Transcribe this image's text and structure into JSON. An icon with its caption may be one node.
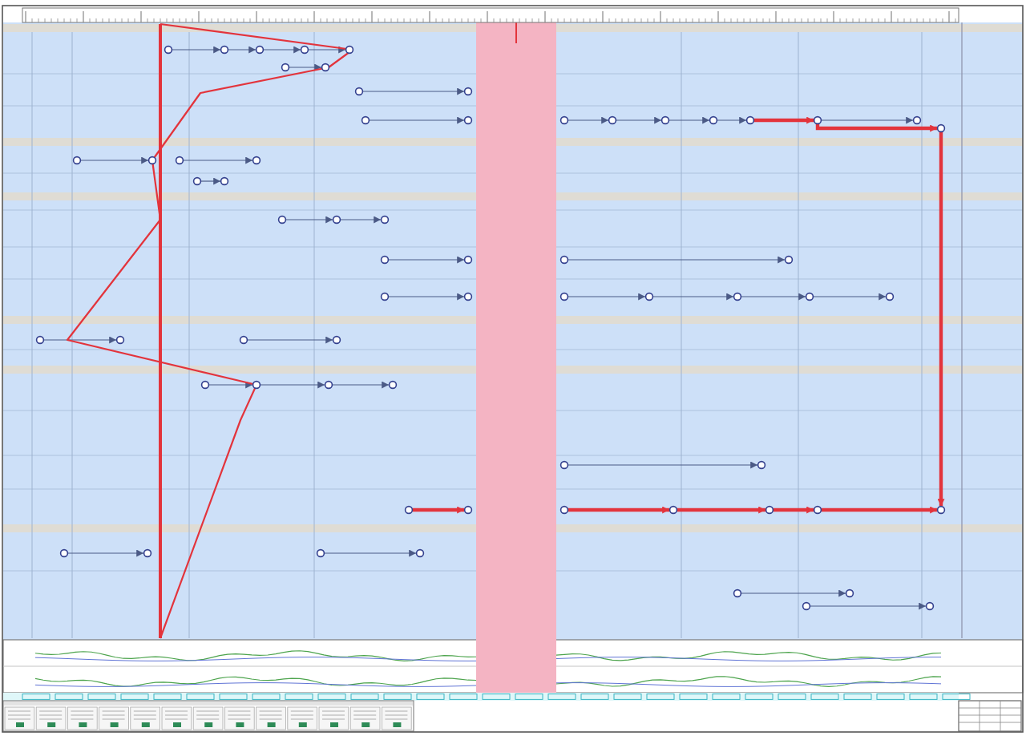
{
  "diagram": {
    "nodes": [
      {
        "text": [],
        "shape": "circle"
      },
      {
        "text": [],
        "shape": "circle"
      },
      {
        "text": [],
        "shape": "circle"
      },
      {
        "text": [],
        "shape": "circle"
      },
      {
        "text": [],
        "shape": "circle"
      },
      {
        "text": [],
        "shape": "circle"
      },
      {
        "text": [],
        "shape": "circle"
      },
      {
        "text": [],
        "shape": "circle"
      },
      {
        "text": [],
        "shape": "circle"
      },
      {
        "text": [],
        "shape": "circle"
      },
      {
        "text": [],
        "shape": "circle"
      },
      {
        "text": [],
        "shape": "circle"
      },
      {
        "text": [],
        "shape": "circle"
      },
      {
        "text": [],
        "shape": "circle"
      },
      {
        "text": [],
        "shape": "circle"
      },
      {
        "text": [],
        "shape": "circle"
      },
      {
        "text": [],
        "shape": "circle"
      },
      {
        "text": [],
        "shape": "circle"
      },
      {
        "text": [],
        "shape": "circle"
      },
      {
        "text": [],
        "shape": "circle"
      },
      {
        "text": [],
        "shape": "circle"
      },
      {
        "text": [],
        "shape": "circle"
      },
      {
        "text": [],
        "shape": "circle"
      },
      {
        "text": [],
        "shape": "circle"
      },
      {
        "text": [],
        "shape": "circle"
      },
      {
        "text": [],
        "shape": "circle"
      },
      {
        "text": [],
        "shape": "circle"
      },
      {
        "text": [],
        "shape": "circle"
      },
      {
        "text": [],
        "shape": "circle"
      },
      {
        "text": [],
        "shape": "circle"
      },
      {
        "text": [],
        "shape": "circle"
      },
      {
        "text": [],
        "shape": "circle"
      },
      {
        "text": [],
        "shape": "circle"
      },
      {
        "text": [],
        "shape": "circle"
      },
      {
        "text": [],
        "shape": "circle"
      },
      {
        "text": [],
        "shape": "circle"
      },
      {
        "text": [],
        "shape": "circle"
      },
      {
        "text": [],
        "shape": "circle"
      },
      {
        "text": [],
        "shape": "circle"
      },
      {
        "text": [],
        "shape": "circle"
      },
      {
        "text": [],
        "shape": "circle"
      },
      {
        "text": [],
        "shape": "circle"
      },
      {
        "text": [],
        "shape": "circle"
      },
      {
        "text": [],
        "shape": "circle"
      },
      {
        "text": [],
        "shape": "circle"
      },
      {
        "text": [],
        "shape": "circle"
      },
      {
        "text": [],
        "shape": "circle"
      },
      {
        "text": [],
        "shape": "circle"
      },
      {
        "text": [],
        "shape": "circle"
      },
      {
        "text": [],
        "shape": "circle"
      },
      {
        "text": [],
        "shape": "circle"
      },
      {
        "text": [],
        "shape": "circle"
      },
      {
        "text": [],
        "shape": "circle"
      },
      {
        "text": [],
        "shape": "circle"
      },
      {
        "text": [],
        "shape": "circle"
      },
      {
        "text": [],
        "shape": "circle"
      },
      {
        "text": [],
        "shape": "circle"
      },
      {
        "text": [],
        "shape": "circle"
      },
      {
        "text": [],
        "shape": "circle"
      },
      {
        "text": [],
        "shape": "circle"
      },
      {
        "text": [],
        "shape": "circle"
      },
      {
        "text": [],
        "shape": "circle"
      },
      {
        "text": [],
        "shape": "circle"
      },
      {
        "text": [],
        "shape": "circle"
      }
    ],
    "edges": [
      {
        "from": 0,
        "to": 1,
        "arrow": "to"
      },
      {
        "from": 1,
        "to": 2,
        "arrow": "to"
      },
      {
        "from": 2,
        "to": 3,
        "arrow": "to"
      },
      {
        "from": 3,
        "to": 4,
        "arrow": "to"
      },
      {
        "from": 5,
        "to": 6,
        "arrow": "to"
      },
      {
        "from": 7,
        "to": 8,
        "arrow": "to"
      },
      {
        "from": 9,
        "to": 10,
        "arrow": "to"
      },
      {
        "from": 11,
        "to": 12,
        "arrow": "to"
      },
      {
        "from": 12,
        "to": 13,
        "arrow": "to"
      },
      {
        "from": 13,
        "to": 14,
        "arrow": "to"
      },
      {
        "from": 14,
        "to": 15,
        "arrow": "to"
      },
      {
        "from": 15,
        "to": 16,
        "arrow": "to",
        "style": "thick",
        "color": "#e3343c"
      },
      {
        "from": 16,
        "to": 17,
        "arrow": "to"
      },
      {
        "from": 16,
        "to": 18,
        "arrow": "to",
        "style": "thick",
        "color": "#e3343c"
      },
      {
        "from": 18,
        "to": 55,
        "arrow": "to",
        "style": "thick",
        "color": "#e3343c"
      },
      {
        "from": 19,
        "to": 20,
        "arrow": "to"
      },
      {
        "from": 21,
        "to": 22,
        "arrow": "to"
      },
      {
        "from": 23,
        "to": 24,
        "arrow": "to"
      },
      {
        "from": 25,
        "to": 26,
        "arrow": "to"
      },
      {
        "from": 26,
        "to": 27,
        "arrow": "to"
      },
      {
        "from": 28,
        "to": 29,
        "arrow": "to"
      },
      {
        "from": 30,
        "to": 31,
        "arrow": "to"
      },
      {
        "from": 32,
        "to": 33,
        "arrow": "to"
      },
      {
        "from": 34,
        "to": 35,
        "arrow": "to"
      },
      {
        "from": 35,
        "to": 36,
        "arrow": "to"
      },
      {
        "from": 36,
        "to": 37,
        "arrow": "to"
      },
      {
        "from": 37,
        "to": 38,
        "arrow": "to"
      },
      {
        "from": 39,
        "to": 40,
        "arrow": "to"
      },
      {
        "from": 41,
        "to": 42,
        "arrow": "to"
      },
      {
        "from": 43,
        "to": 44,
        "arrow": "to"
      },
      {
        "from": 44,
        "to": 45,
        "arrow": "to"
      },
      {
        "from": 45,
        "to": 46,
        "arrow": "to"
      },
      {
        "from": 47,
        "to": 48,
        "arrow": "to"
      },
      {
        "from": 49,
        "to": 50,
        "arrow": "to",
        "style": "thick",
        "color": "#e3343c"
      },
      {
        "from": 51,
        "to": 52,
        "arrow": "to",
        "style": "thick",
        "color": "#e3343c"
      },
      {
        "from": 52,
        "to": 53,
        "arrow": "to",
        "style": "thick",
        "color": "#e3343c"
      },
      {
        "from": 53,
        "to": 54,
        "arrow": "to",
        "style": "thick",
        "color": "#e3343c"
      },
      {
        "from": 54,
        "to": 55,
        "arrow": "to",
        "style": "thick",
        "color": "#e3343c"
      },
      {
        "from": 56,
        "to": 57,
        "arrow": "to"
      },
      {
        "from": 58,
        "to": 59,
        "arrow": "to"
      },
      {
        "from": 60,
        "to": 61,
        "arrow": "to"
      },
      {
        "from": 62,
        "to": 63,
        "arrow": "to"
      }
    ]
  }
}
